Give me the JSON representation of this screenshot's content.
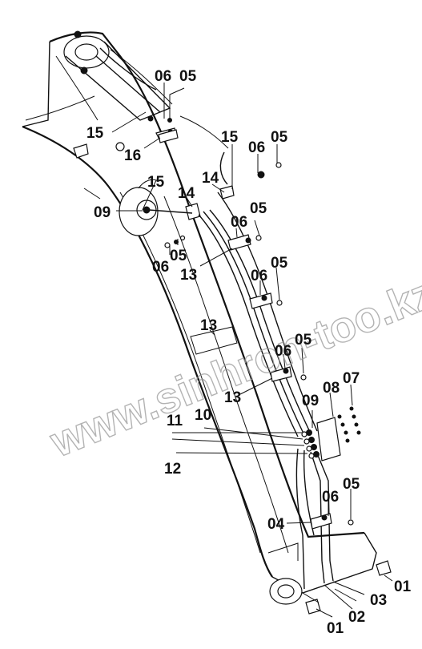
{
  "diagram": {
    "labels": {
      "l01a": "01",
      "l01b": "01",
      "l02": "02",
      "l03": "03",
      "l04": "04",
      "l05a": "05",
      "l05b": "05",
      "l05c": "05",
      "l05d": "05",
      "l05e": "05",
      "l05f": "05",
      "l05g": "05",
      "l06a": "06",
      "l06b": "06",
      "l06c": "06",
      "l06d": "06",
      "l06e": "06",
      "l06f": "06",
      "l06g": "06",
      "l07": "07",
      "l08": "08",
      "l09a": "09",
      "l09b": "09",
      "l10": "10",
      "l11": "11",
      "l12": "12",
      "l13a": "13",
      "l13b": "13",
      "l13c": "13",
      "l14a": "14",
      "l14b": "14",
      "l15a": "15",
      "l15b": "15",
      "l15c": "15",
      "l16": "16"
    },
    "watermark": "www.sinhron-too.kz"
  }
}
